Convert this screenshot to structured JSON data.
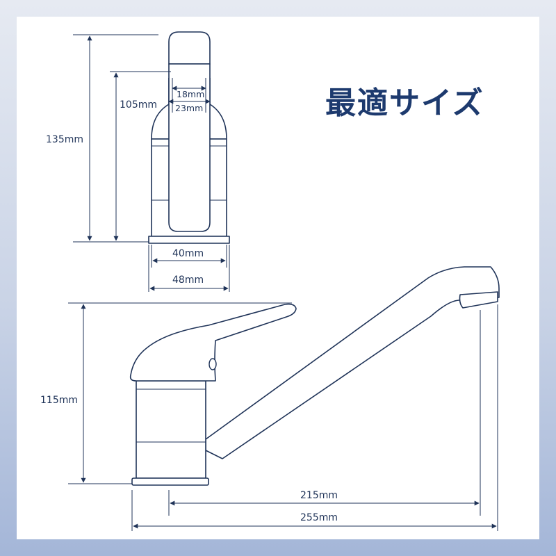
{
  "title": "最適サイズ",
  "colors": {
    "line": "#1f3358",
    "title": "#1d3a6e",
    "aerator": "#3f6fd1",
    "panel": "#ffffff"
  },
  "dimensions": {
    "side_total_height": "135mm",
    "side_spout_height": "105mm",
    "aerator_inner": "18mm",
    "aerator_outer": "23mm",
    "body_width": "40mm",
    "base_width": "48mm",
    "front_height": "115mm",
    "spout_reach": "215mm",
    "total_length": "255mm"
  }
}
